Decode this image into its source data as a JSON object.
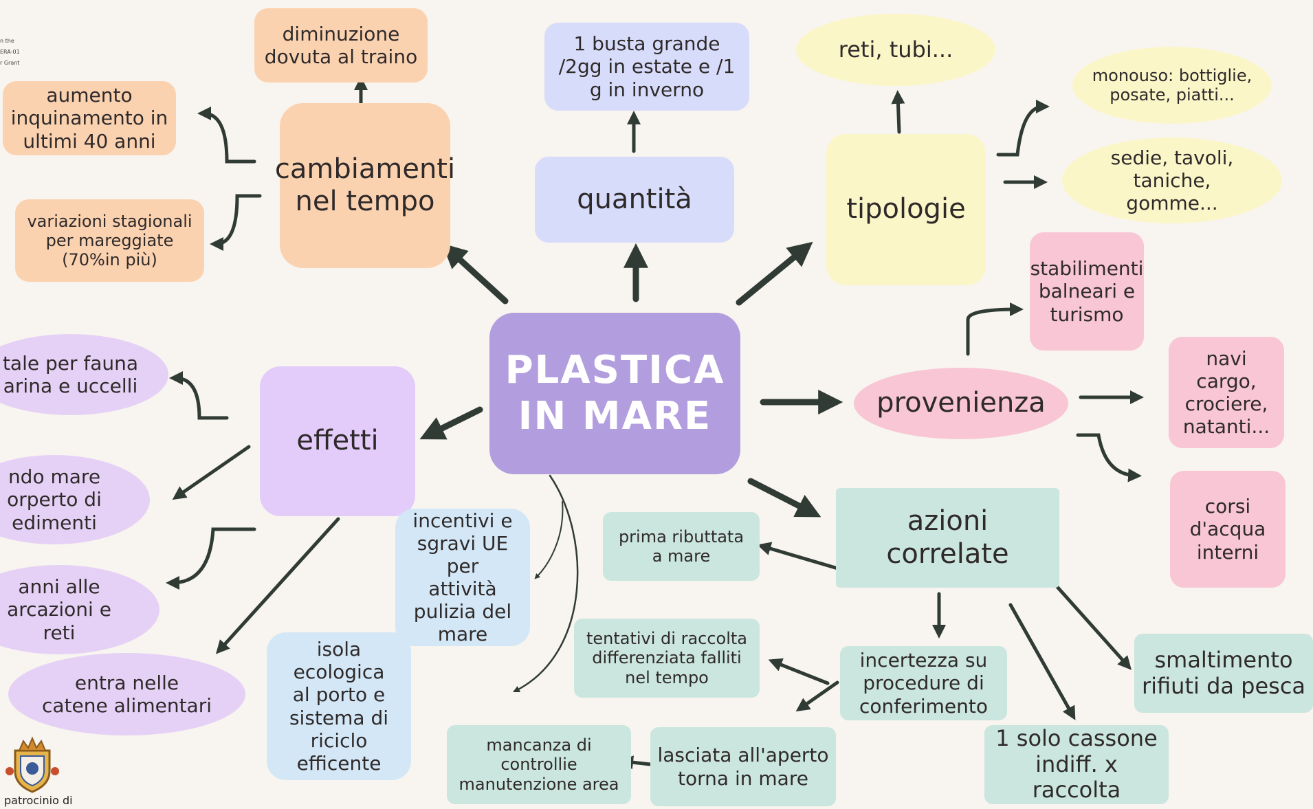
{
  "center": "PLASTICA\nIN MARE",
  "hubs": {
    "cambiamenti": "cambiamenti\nnel tempo",
    "quantita": "quantità",
    "tipologie": "tipologie",
    "provenienza": "provenienza",
    "azioni": "azioni\ncorrelate",
    "effetti": "effetti"
  },
  "cambiamenti_items": [
    "diminuzione\ndovuta al traino",
    "aumento\ninquinamento in\nultimi 40 anni",
    "variazioni stagionali\nper mareggiate\n(70%in più)"
  ],
  "quantita_items": [
    "1 busta grande\n/2gg in estate e /1\ng in inverno"
  ],
  "tipologie_items": [
    "reti, tubi...",
    "monouso: bottiglie,\nposate, piatti...",
    "sedie, tavoli,\ntaniche,\ngomme..."
  ],
  "provenienza_items": [
    "stabilimenti\nbalneari e\nturismo",
    "navi cargo,\ncrociere,\nnatanti...",
    "corsi\nd'acqua\ninterni"
  ],
  "effetti_items": [
    "tale per fauna\narina e uccelli",
    "ndo mare\norperto di\nedimenti",
    "anni alle\narcazioni e\nreti",
    "entra nelle\ncatene alimentari"
  ],
  "effetti_extra": [
    "incentivi e\nsgravi UE per\nattività\npulizia del\nmare",
    "isola ecologica\nal porto e\nsistema di\nriciclo\nefficente"
  ],
  "azioni_items": {
    "ributtata": "prima ributtata\na mare",
    "incertezza": "incertezza su\nprocedure di\nconferimento",
    "tentativi": "tentativi di raccolta\ndifferenziata falliti\nnel tempo",
    "lasciata": "lasciata all'aperto\ntorna in mare",
    "mancanza": "mancanza di\ncontrollie\nmanutenzione area",
    "cassone": "1 solo cassone\nindiff. x raccolta",
    "smaltimento": "smaltimento\nrifiuti da pesca"
  },
  "corner_text": [
    "n the",
    "ERA-01",
    "r Grant"
  ],
  "patronage": "patrocinio di",
  "colors": {
    "center": "#b29ede",
    "orange": "#fbd2b0",
    "blue": "#d8dcfb",
    "yellow": "#fbf6c8",
    "pink": "#f8c6d4",
    "purple": "#e3ccfa",
    "sky": "#d3e7f6",
    "mint": "#cbe6de",
    "arrow": "#2f3b34",
    "background": "#f8f4ef"
  }
}
